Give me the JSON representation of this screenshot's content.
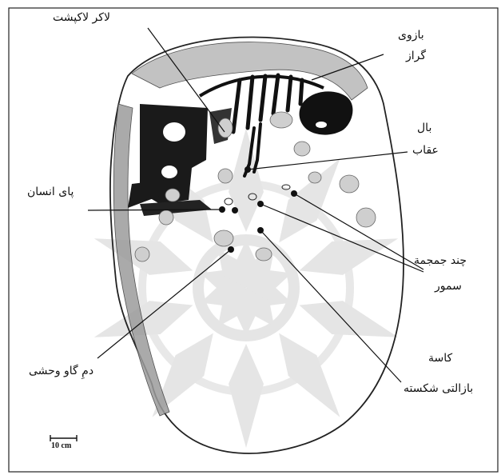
{
  "diagram": {
    "labels": {
      "lacrimal": "لاکر لاکپشت",
      "arm_line1": "بازوی",
      "arm_line2": "گراز",
      "wing_line1": "بال",
      "wing_line2": "عقاب",
      "human_leg": "پای انسان",
      "skulls_line1": "چند جمجمة",
      "skulls_line2": "سمور",
      "tail": "دمِ گاو وحشی",
      "bowl_line1": "کاسة",
      "bowl_line2": "بازالتی شکسته"
    },
    "scale": {
      "text": "10 cm"
    }
  },
  "colors": {
    "ink": "#111111",
    "watermark": "#e2e2e2",
    "shading": "#9a9a9a"
  }
}
